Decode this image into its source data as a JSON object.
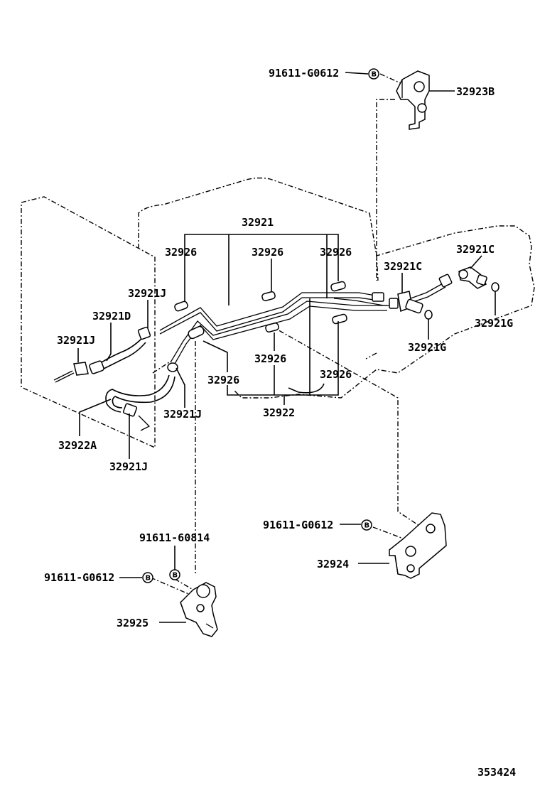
{
  "labels": {
    "bolt_top": "91611-G0612",
    "bracket_top": "32923B",
    "tube_set": "32921",
    "grommet_1": "32926",
    "grommet_2": "32926",
    "grommet_3": "32926",
    "grommet_4": "32926",
    "grommet_5": "32926",
    "grommet_6": "32926",
    "union_1": "32921C",
    "union_2": "32921C",
    "gasket_1": "32921G",
    "gasket_2": "32921G",
    "clip_1": "32921J",
    "clip_2": "32921J",
    "clip_3": "32921J",
    "clip_4": "32921J",
    "hose_d": "32921D",
    "hose_a": "32922A",
    "tube_set_2": "32922",
    "bolt_mid": "91611-G0612",
    "bracket_mid": "32924",
    "bolt_low_a": "91611-60814",
    "bolt_low_b": "91611-G0612",
    "bracket_low": "32925",
    "diagram_number": "353424"
  },
  "bolt_marker": "B"
}
